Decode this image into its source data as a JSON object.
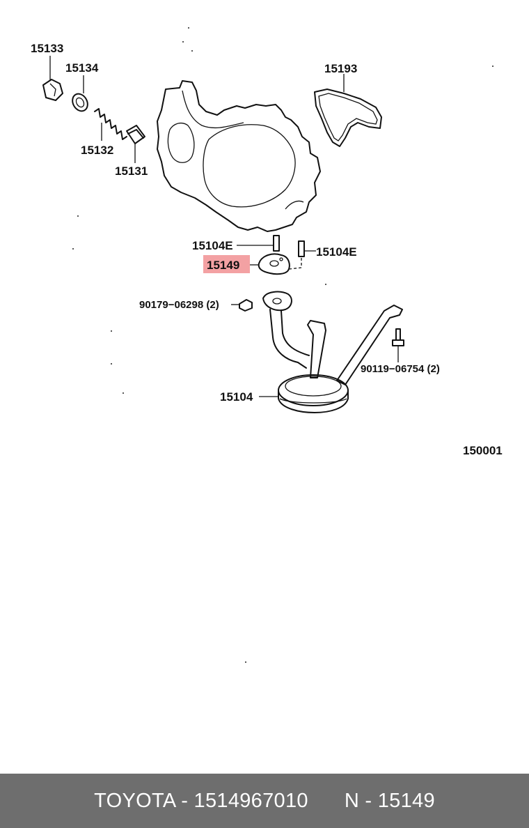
{
  "diagram": {
    "callouts": {
      "c15133": "15133",
      "c15134": "15134",
      "c15132": "15132",
      "c15131": "15131",
      "c15193": "15193",
      "c15104E_left": "15104E",
      "c15104E_right": "15104E",
      "c15149": "15149",
      "c90179": "90179−06298 (2)",
      "c90119": "90119−06754 (2)",
      "c15104": "15104",
      "c150001": "150001"
    },
    "highlight_color": "#f3a1a3"
  },
  "footer": {
    "brand_part": "TOYOTA - 1514967010",
    "ref": "N - 15149"
  }
}
